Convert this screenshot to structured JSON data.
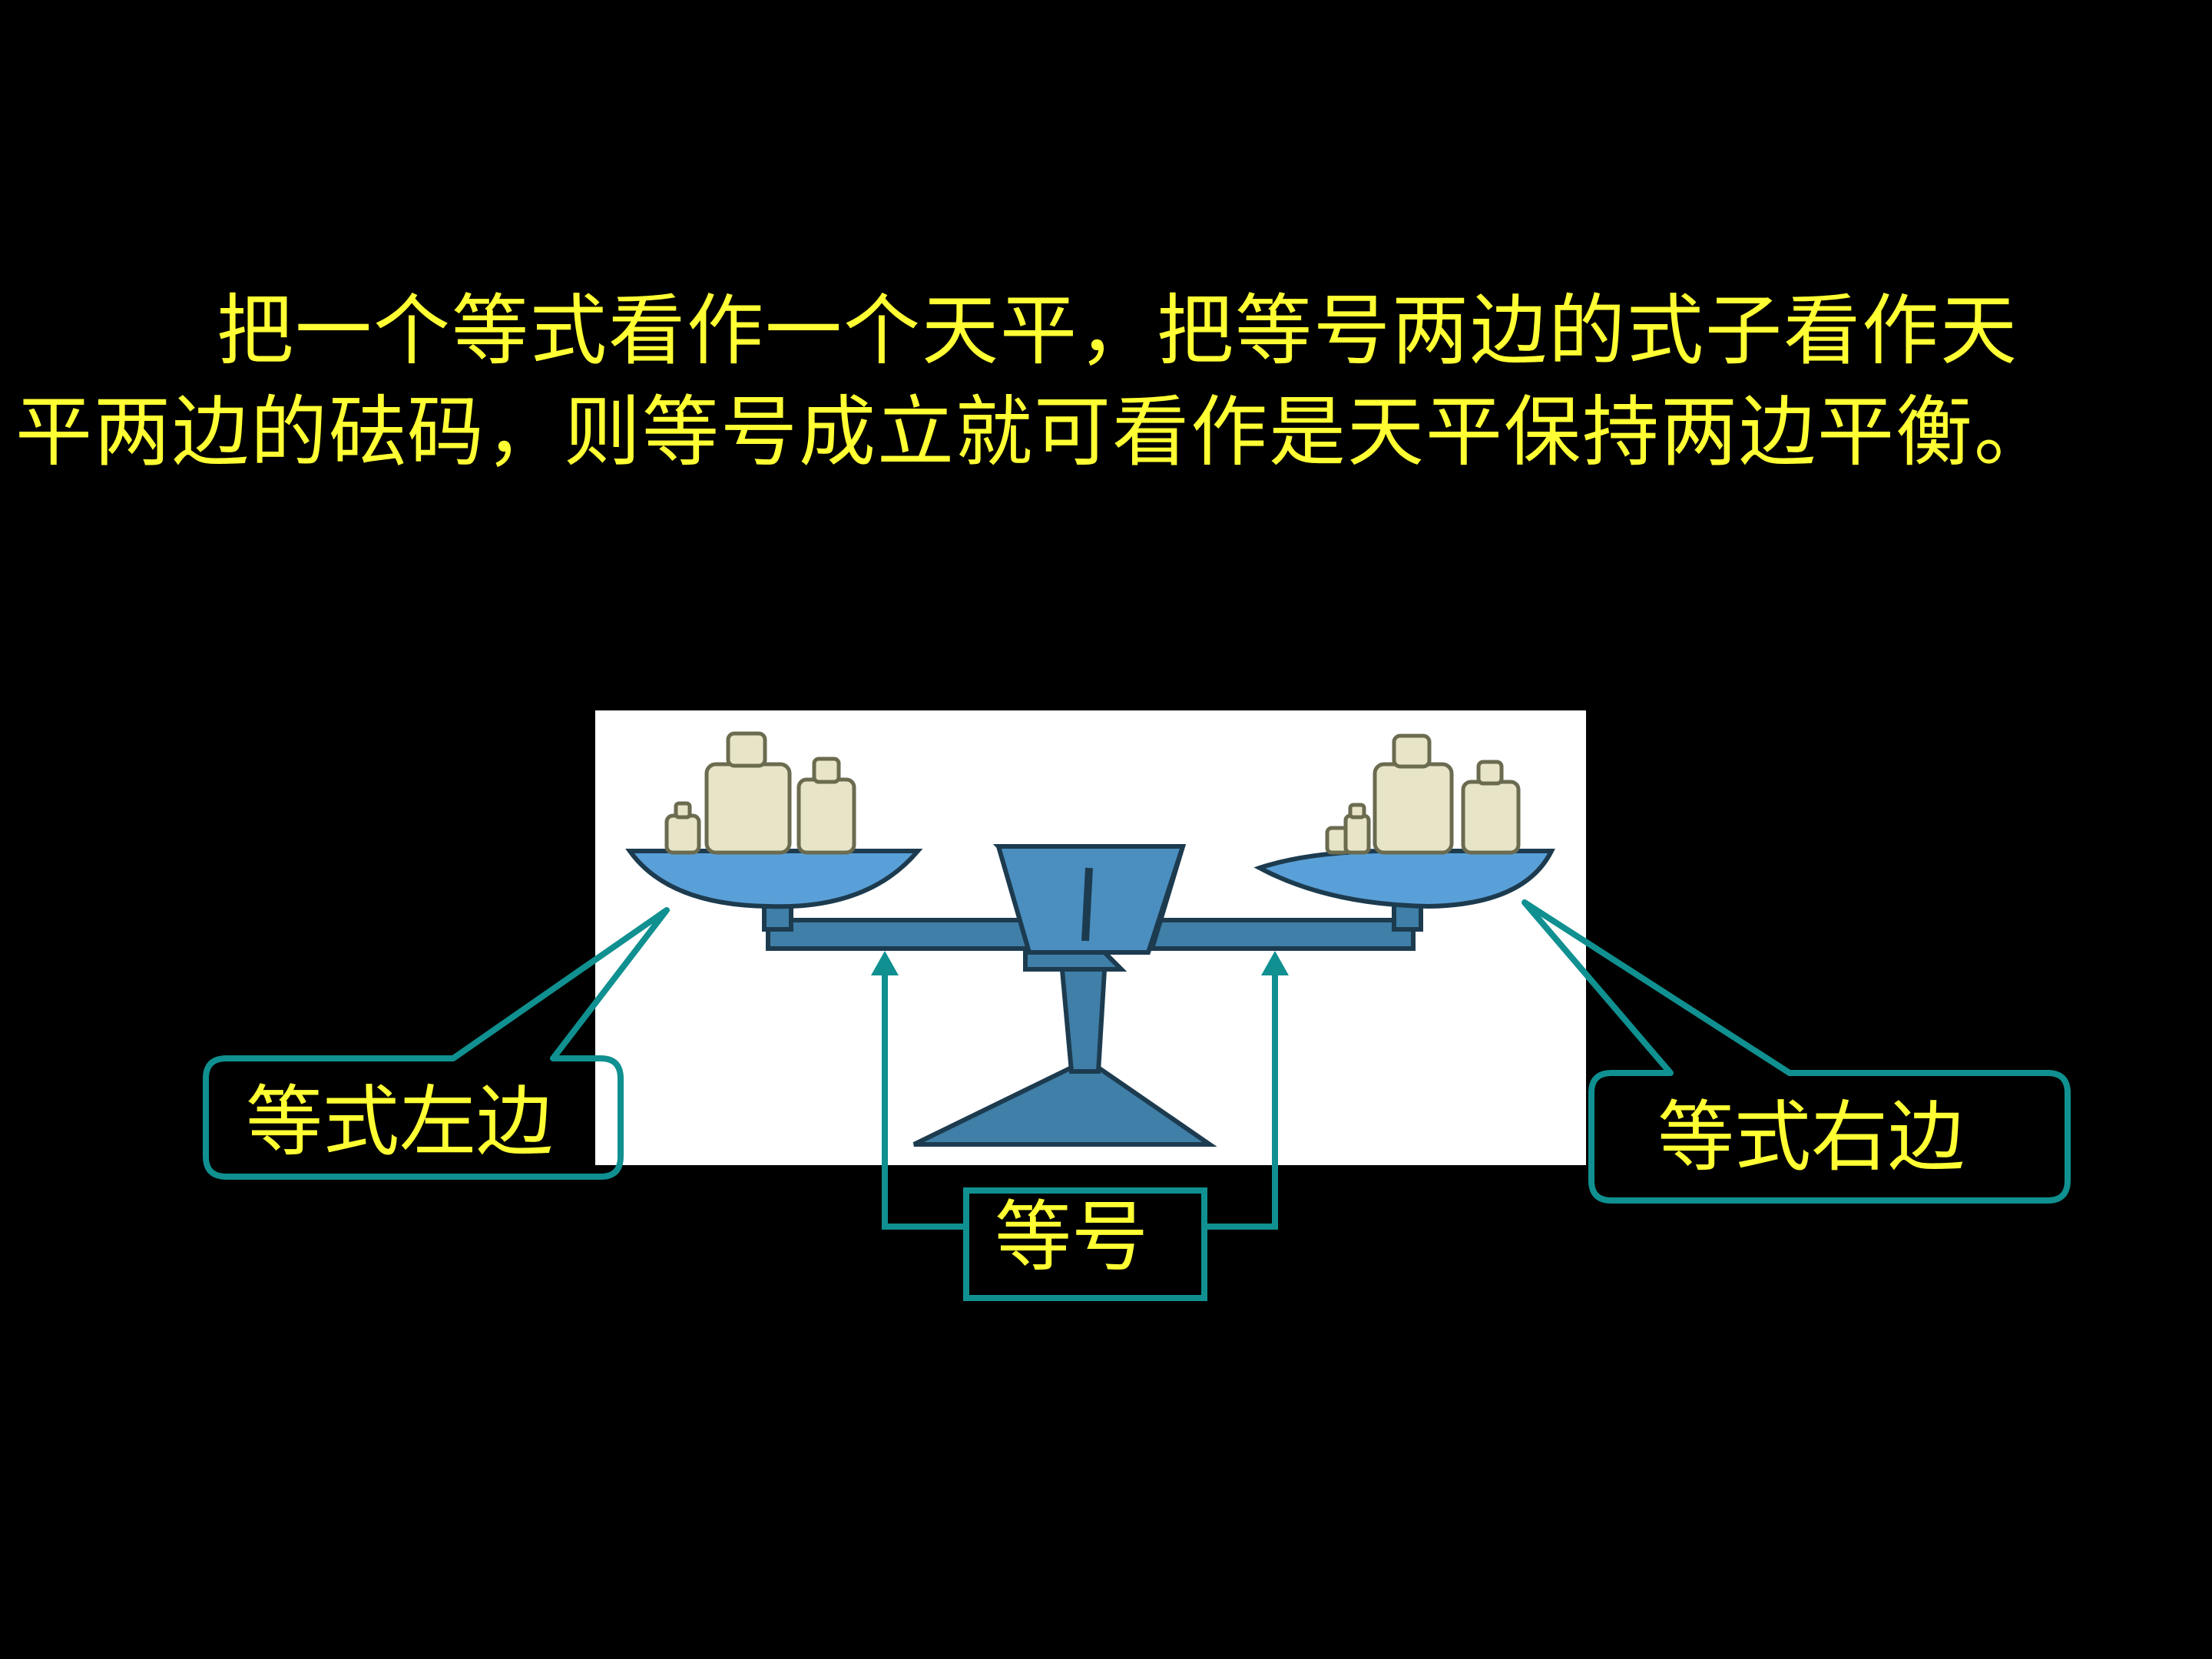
{
  "description_text": {
    "line1": "把一个等式看作一个天平，把等号两边的式子看作天",
    "line2": "平两边的砝码，则等号成立就可看作是天平保持两边平衡。"
  },
  "callouts": {
    "left_side": "等式左边",
    "right_side": "等式右边",
    "equal_sign": "等号"
  },
  "colors": {
    "text": "#ffff33",
    "callout_stroke": "#109090",
    "pan_fill": "#5aa0d8",
    "beam_fill": "#3f7fa8",
    "weight_fill": "#e8e4c8",
    "panel_bg": "#ffffff",
    "background": "#000000"
  },
  "icons": {
    "balance_scale": "balance-scale-icon",
    "weights": "weight-cylinder-icon"
  }
}
